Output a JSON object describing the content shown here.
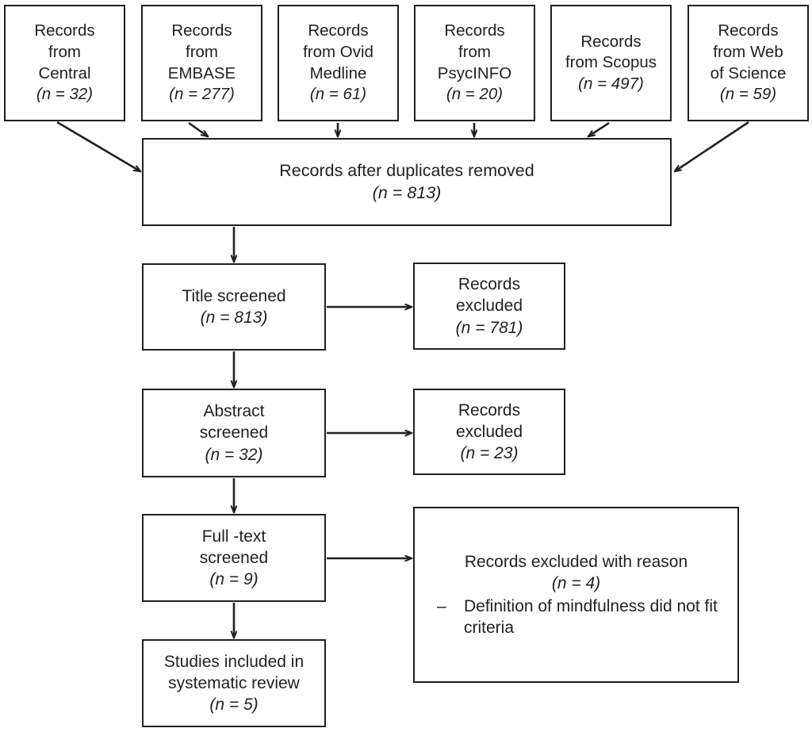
{
  "diagram": {
    "type": "prisma-flow-diagram",
    "colors": {
      "stroke": "#231f20",
      "background": "#ffffff",
      "text": "#231f20"
    },
    "sources": [
      {
        "name": "central",
        "line1": "Records",
        "line2": "from",
        "line3": "Central",
        "count_label": "(n = 32)",
        "n": 32
      },
      {
        "name": "embase",
        "line1": "Records",
        "line2": "from",
        "line3": "EMBASE",
        "count_label": "(n = 277)",
        "n": 277
      },
      {
        "name": "ovid",
        "line1": "Records",
        "line2": "from Ovid",
        "line3": "Medline",
        "count_label": "(n = 61)",
        "n": 61
      },
      {
        "name": "psycinfo",
        "line1": "Records",
        "line2": "from",
        "line3": "PsycINFO",
        "count_label": "(n = 20)",
        "n": 20
      },
      {
        "name": "scopus",
        "line1": "Records",
        "line2": "from Scopus",
        "line3": "",
        "count_label": "(n = 497)",
        "n": 497
      },
      {
        "name": "wos",
        "line1": "Records",
        "line2": "from Web",
        "line3": "of Science",
        "count_label": "(n = 59)",
        "n": 59
      }
    ],
    "dedup": {
      "label": "Records after duplicates removed",
      "count_label": "(n = 813)",
      "n": 813
    },
    "title_screened": {
      "label": "Title screened",
      "count_label": "(n = 813)",
      "n": 813
    },
    "excluded_title": {
      "line1": "Records",
      "line2": "excluded",
      "count_label": "(n = 781)",
      "n": 781
    },
    "abstract_screened": {
      "line1": "Abstract",
      "line2": "screened",
      "count_label": "(n = 32)",
      "n": 32
    },
    "excluded_abstract": {
      "line1": "Records",
      "line2": "excluded",
      "count_label": "(n = 23)",
      "n": 23
    },
    "fulltext_screened": {
      "line1": "Full -text",
      "line2": "screened",
      "count_label": "(n = 9)",
      "n": 9
    },
    "excluded_reason": {
      "label": "Records excluded with reason",
      "count_label": "(n = 4)",
      "n": 4,
      "bullet_marker": "–",
      "bullet_text": "Definition of mindfulness did not fit criteria"
    },
    "studies_included": {
      "line1": "Studies included in",
      "line2": "systematic review",
      "count_label": "(n = 5)",
      "n": 5
    }
  }
}
